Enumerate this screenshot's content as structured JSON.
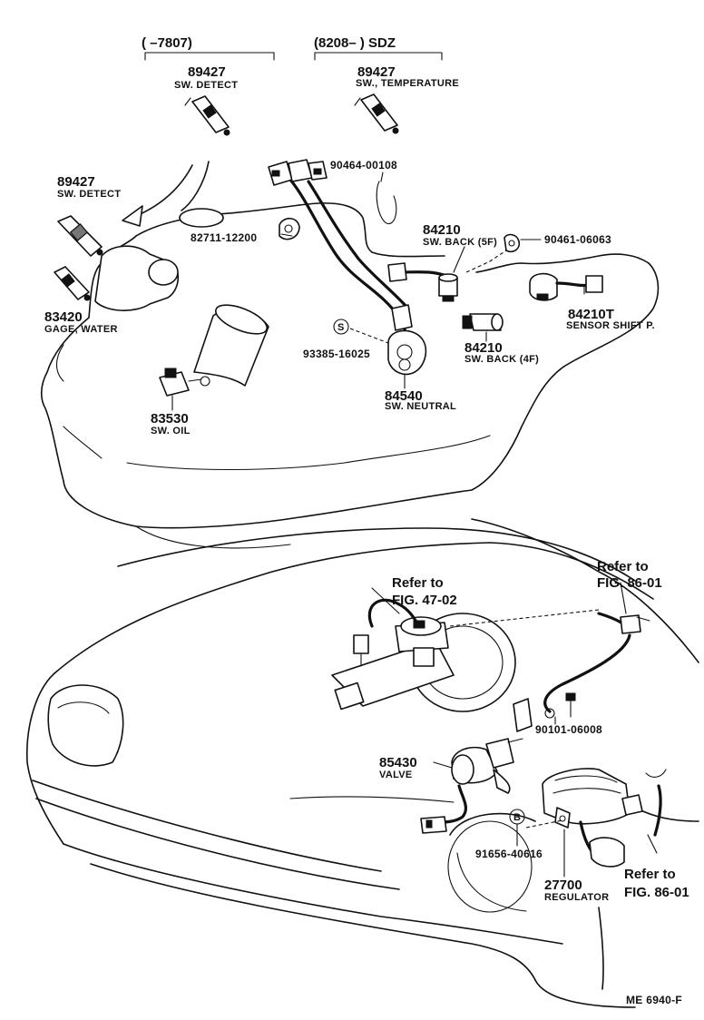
{
  "ranges": {
    "left": "(       –7807)",
    "right": "(8208–         ) SDZ"
  },
  "parts": {
    "sw_detect_top": {
      "number": "89427",
      "label": "SW. DETECT"
    },
    "sw_temperature": {
      "number": "89427",
      "label": "SW., TEMPERATURE"
    },
    "sw_detect_left": {
      "number": "89427",
      "label": "SW. DETECT"
    },
    "clip_9046400108": {
      "number": "90464-00108"
    },
    "clamp_8271112200": {
      "number": "82711-12200"
    },
    "sw_back_5f": {
      "number": "84210",
      "label": "SW. BACK (5F)"
    },
    "bolt_9046106063": {
      "number": "90461-06063"
    },
    "sensor_shift": {
      "number": "84210T",
      "label": "SENSOR SHIFT P."
    },
    "gage_water": {
      "number": "83420",
      "label": "GAGE, WATER"
    },
    "screw_9338516025": {
      "number": "93385-16025",
      "marker": "S"
    },
    "sw_back_4f": {
      "number": "84210",
      "label": "SW. BACK (4F)"
    },
    "sw_neutral": {
      "number": "84540",
      "label": "SW. NEUTRAL"
    },
    "sw_oil": {
      "number": "83530",
      "label": "SW. OIL"
    },
    "bolt_9010106008": {
      "number": "90101-06008"
    },
    "valve": {
      "number": "85430",
      "label": "VALVE"
    },
    "bolt_9165640616": {
      "number": "91656-40616",
      "marker": "B"
    },
    "regulator": {
      "number": "27700",
      "label": "REGULATOR"
    }
  },
  "references": {
    "ref_fig_4702": {
      "line1": "Refer to",
      "line2": "FIG. 47-02"
    },
    "ref_fig_8601_top": {
      "line1": "Refer to",
      "line2": "FIG. 86-01"
    },
    "ref_fig_8601_bottom": {
      "line1": "Refer to",
      "line2": "FIG. 86-01"
    }
  },
  "figure_code": "ME  6940-F"
}
